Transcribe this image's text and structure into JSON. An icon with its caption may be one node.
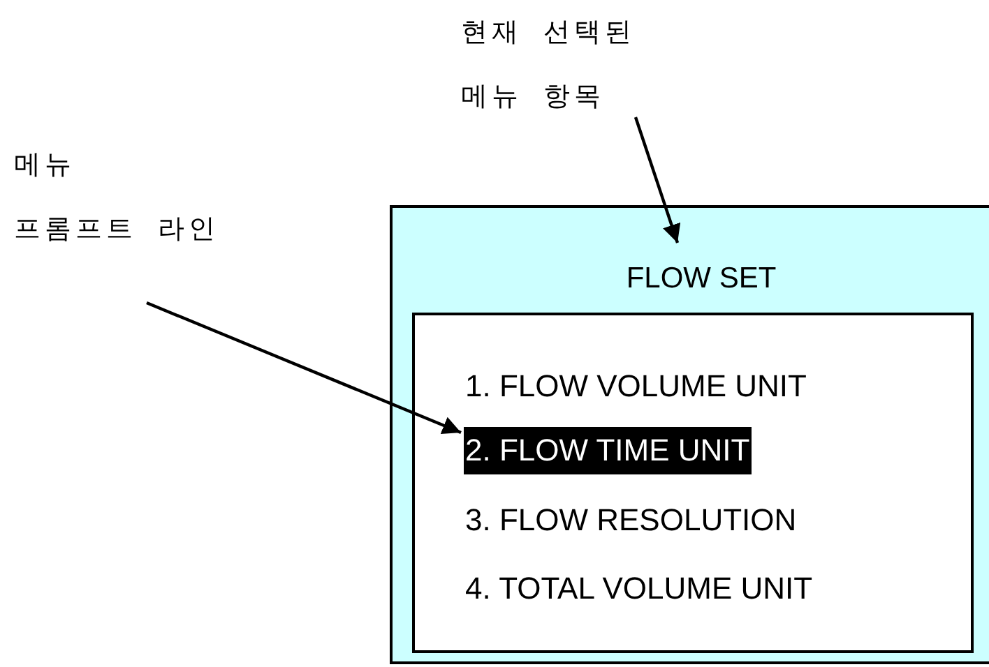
{
  "diagram": {
    "nodes": [
      {
        "text": [],
        "shape": "box"
      },
      {
        "text": [
          "FLOW SET"
        ],
        "in": 0
      },
      {
        "text": [],
        "shape": "box",
        "in": 0
      },
      {
        "text": [
          "1. FLOW VOLUME UNIT"
        ],
        "in": 2
      },
      {
        "text": [
          "2. FLOW TIME UNIT"
        ],
        "in": 2
      },
      {
        "text": [
          "3. FLOW RESOLUTION"
        ],
        "in": 2
      },
      {
        "text": [
          "4. TOTAL VOLUME UNIT"
        ],
        "in": 2
      },
      {
        "text": [
          "현재 선택된 메뉴 항목"
        ]
      },
      {
        "text": [
          "메뉴 프롬프트 라인"
        ]
      }
    ],
    "edges": [
      {
        "from": 7,
        "to": 1,
        "arrow": "to"
      },
      {
        "from": 8,
        "to": 4,
        "arrow": "to"
      }
    ]
  }
}
